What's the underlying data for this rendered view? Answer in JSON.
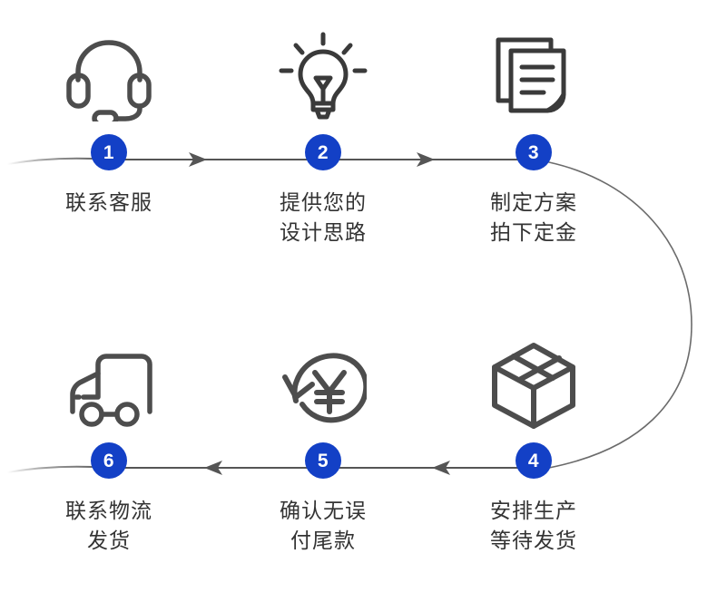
{
  "diagram": {
    "title": "order-process-flow",
    "accent_color": "#1340C6",
    "icon_color": "#4d4d4d",
    "line_color": "#555555",
    "text_color": "#333333",
    "background": "#ffffff",
    "flow_direction_top": "left-to-right",
    "flow_direction_bottom": "right-to-left",
    "connector_shape": "u-turn-curve-right"
  },
  "steps": [
    {
      "number": "1",
      "icon": "headset-icon",
      "label": "联系客服",
      "row": "top",
      "column": 1
    },
    {
      "number": "2",
      "icon": "lightbulb-idea-icon",
      "label": "提供您的\n设计思路",
      "row": "top",
      "column": 2
    },
    {
      "number": "3",
      "icon": "documents-icon",
      "label": "制定方案\n拍下定金",
      "row": "top",
      "column": 3
    },
    {
      "number": "4",
      "icon": "package-box-icon",
      "label": "安排生产\n等待发货",
      "row": "bottom",
      "column": 3
    },
    {
      "number": "5",
      "icon": "yen-refund-icon",
      "label": "确认无误\n付尾款",
      "row": "bottom",
      "column": 2
    },
    {
      "number": "6",
      "icon": "delivery-truck-icon",
      "label": "联系物流\n发货",
      "row": "bottom",
      "column": 1
    }
  ]
}
